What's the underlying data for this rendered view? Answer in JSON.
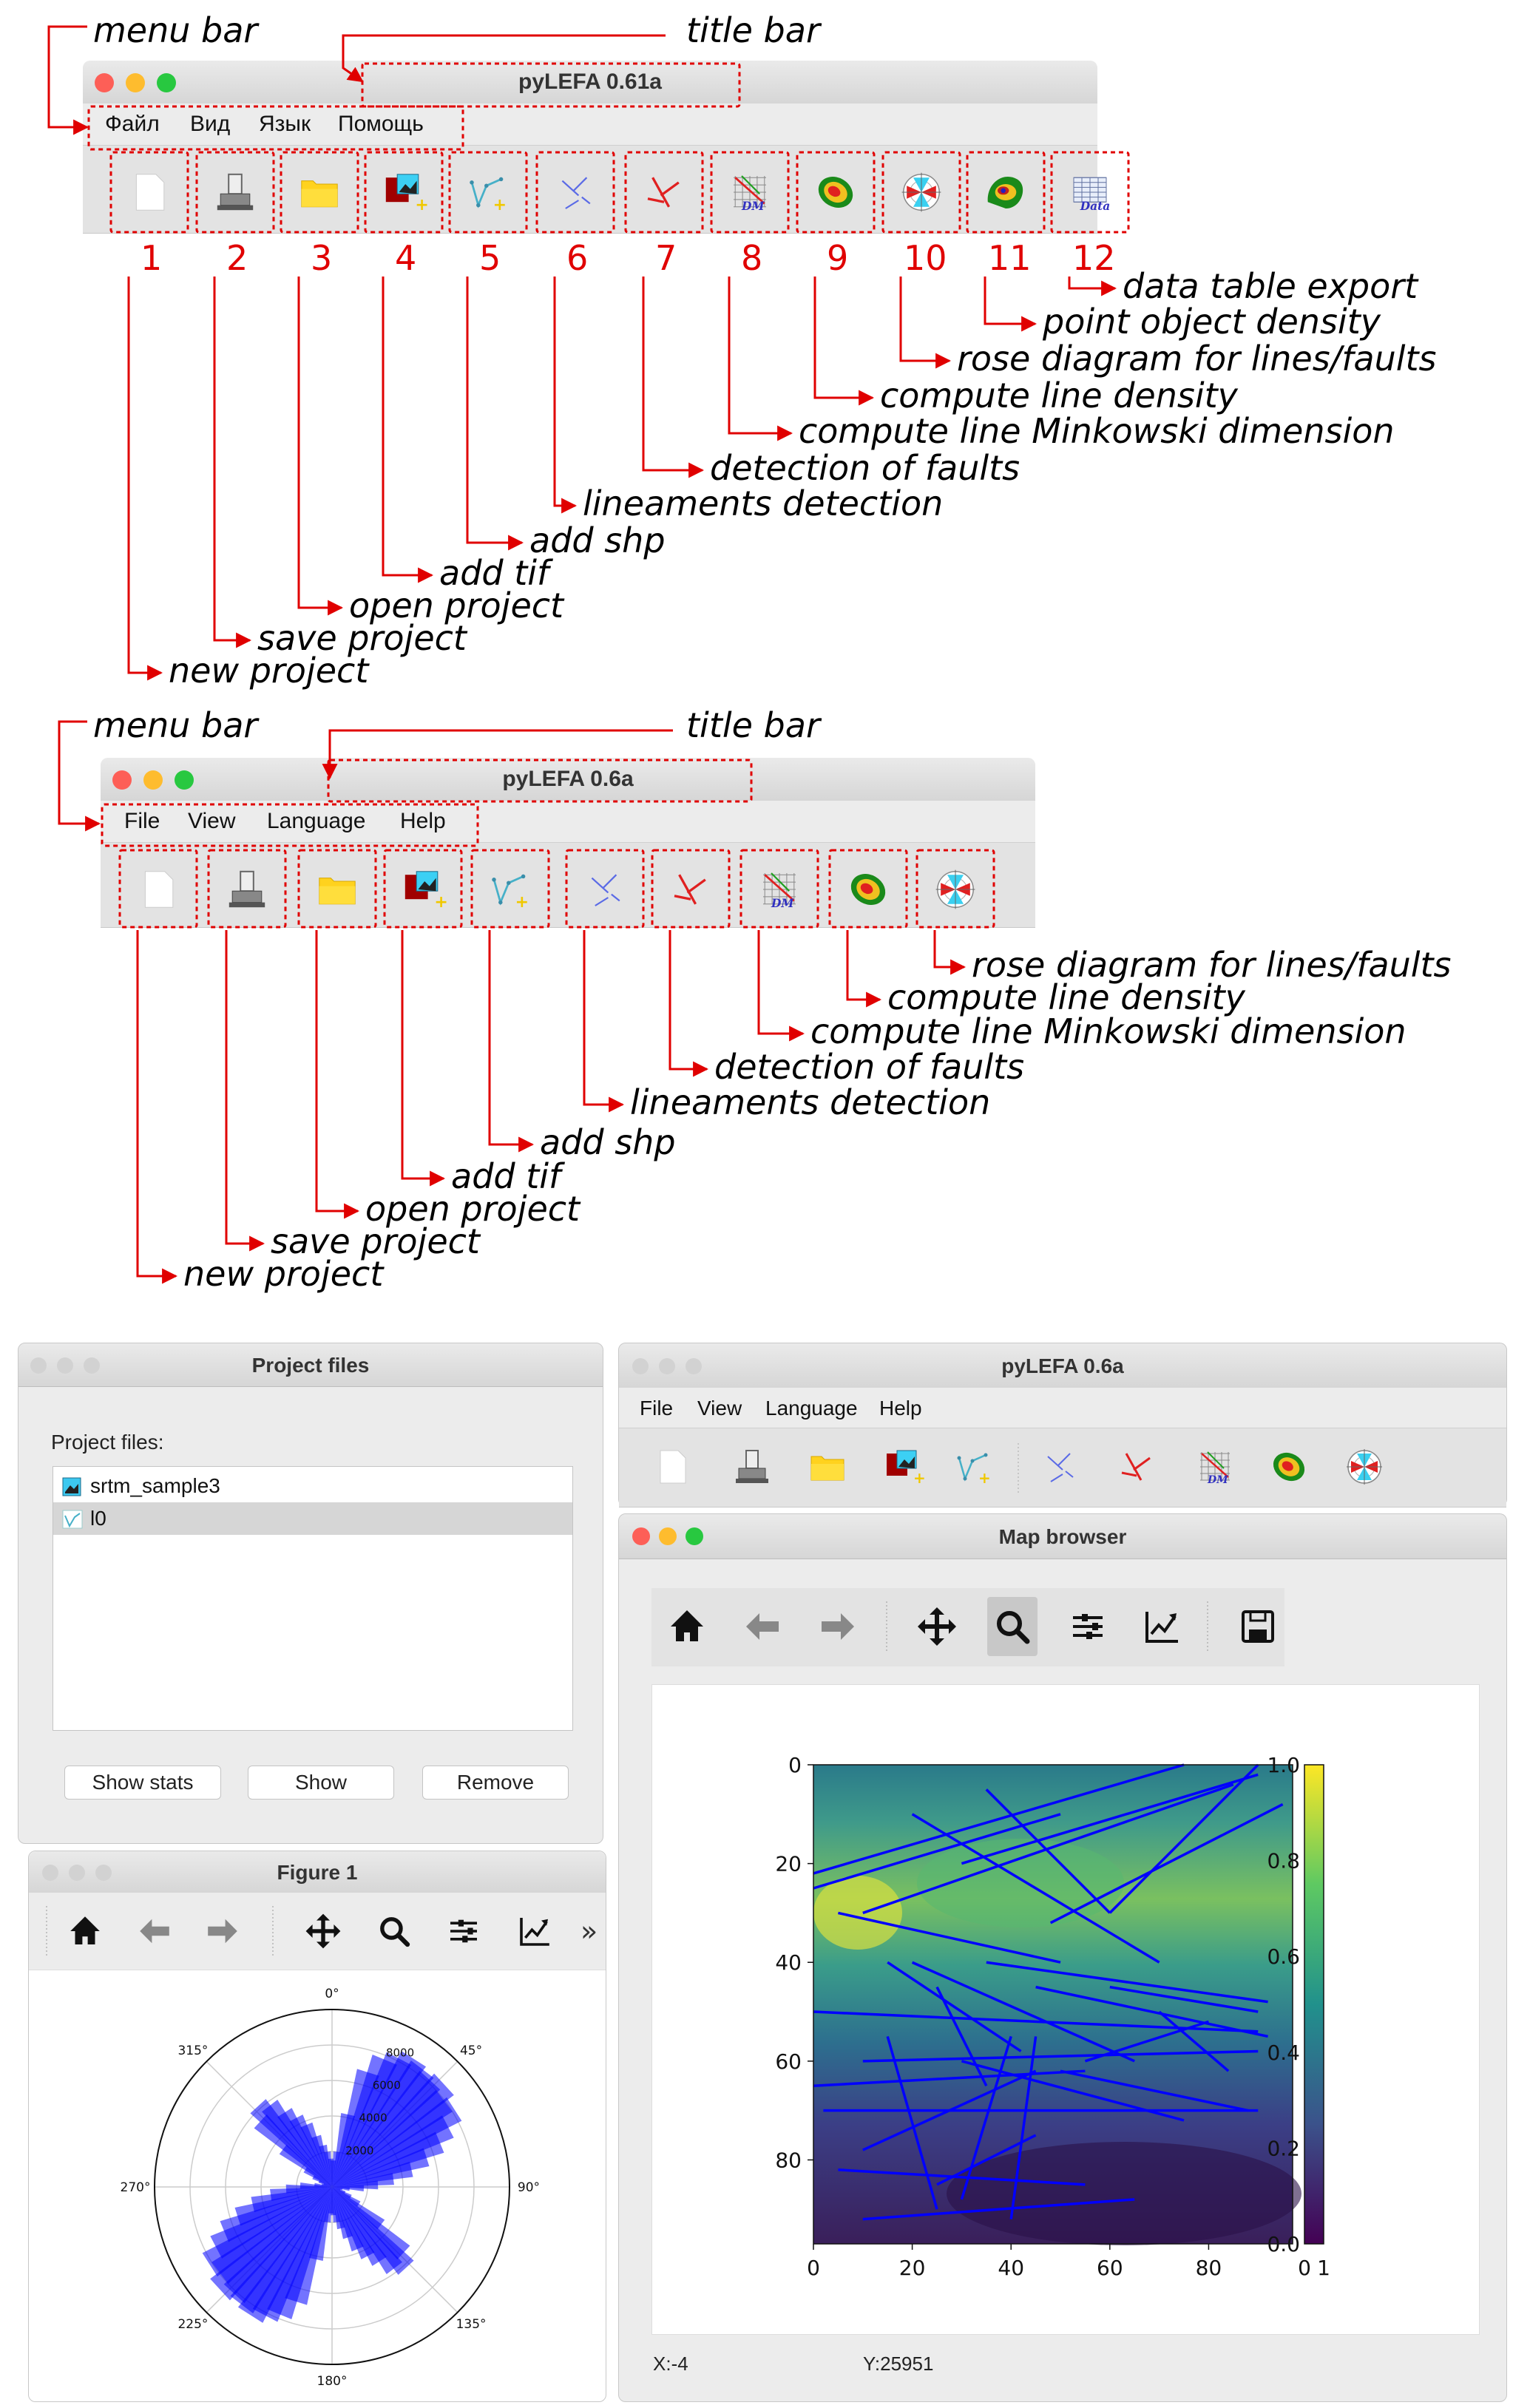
{
  "top_panel": {
    "title": "pyLEFA 0.61a",
    "menu": [
      "Файл",
      "Вид",
      "Язык",
      "Помощь"
    ],
    "callouts": {
      "menu_bar": "menu bar",
      "title_bar": "title bar"
    },
    "numbers": [
      "1",
      "2",
      "3",
      "4",
      "5",
      "6",
      "7",
      "8",
      "9",
      "10",
      "11",
      "12"
    ],
    "labels": [
      "new project",
      "save project",
      "open project",
      "add tif",
      "add shp",
      "lineaments detection",
      "detection of faults",
      "compute line Minkowski dimension",
      "compute line density",
      "rose diagram for lines/faults",
      "point object density",
      "data table export"
    ]
  },
  "mid_panel": {
    "title": "pyLEFA 0.6a",
    "menu": [
      "File",
      "View",
      "Language",
      "Help"
    ],
    "callouts": {
      "menu_bar": "menu bar",
      "title_bar": "title bar"
    },
    "labels": [
      "new project",
      "save project",
      "open project",
      "add tif",
      "add shp",
      "lineaments detection",
      "detection of faults",
      "compute line Minkowski dimension",
      "compute line density",
      "rose diagram for lines/faults"
    ]
  },
  "project_files": {
    "title": "Project files",
    "heading": "Project files:",
    "items": [
      "srtm_sample3",
      "l0"
    ],
    "buttons": [
      "Show stats",
      "Show",
      "Remove"
    ]
  },
  "figure1": {
    "title": "Figure 1",
    "angle_labels": [
      "0°",
      "45°",
      "90°",
      "135°",
      "180°",
      "225°",
      "270°",
      "315°"
    ],
    "radial_labels": [
      "8000",
      "6000",
      "4000",
      "2000"
    ],
    "more": "»"
  },
  "main_window": {
    "title": "pyLEFA 0.6a",
    "menu": [
      "File",
      "View",
      "Language",
      "Help"
    ]
  },
  "map_browser": {
    "title": "Map browser",
    "status_x": "X:-4",
    "status_y": "Y:25951",
    "y_ticks": [
      "0",
      "20",
      "40",
      "60",
      "80"
    ],
    "x_ticks": [
      "0",
      "20",
      "40",
      "60",
      "80"
    ],
    "cbar_ticks": [
      "1.0",
      "0.8",
      "0.6",
      "0.4",
      "0.2",
      "0.0"
    ],
    "cbar_x_ticks": [
      "0",
      "1"
    ]
  },
  "colors": {
    "annotation_red": "#e00000",
    "line_blue": "#0000ff"
  }
}
